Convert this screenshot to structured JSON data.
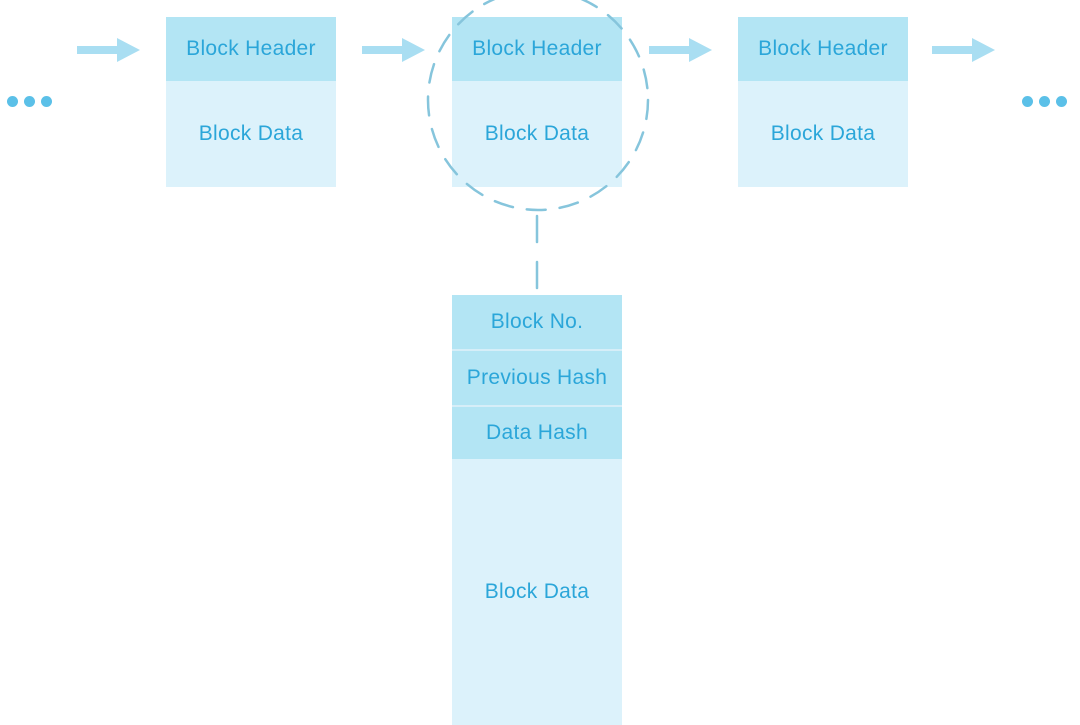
{
  "colors": {
    "background": "#ffffff",
    "header_fill": "#b3e5f4",
    "data_fill": "#dcf2fb",
    "label_text": "#2ba6d9",
    "arrow": "#a9def2",
    "ellipsis_dot": "#5bc0e8",
    "dash": "#86c5dc",
    "divider": "#d6eef8"
  },
  "icons": {
    "arrow_right": "→",
    "ellipsis": "•••"
  },
  "chain": {
    "blocks": [
      {
        "header_label": "Block Header",
        "data_label": "Block Data"
      },
      {
        "header_label": "Block Header",
        "data_label": "Block Data",
        "highlighted": true
      },
      {
        "header_label": "Block Header",
        "data_label": "Block Data"
      }
    ]
  },
  "detail": {
    "fields": [
      {
        "label": "Block No."
      },
      {
        "label": "Previous Hash"
      },
      {
        "label": "Data Hash"
      }
    ],
    "data_label": "Block Data"
  }
}
